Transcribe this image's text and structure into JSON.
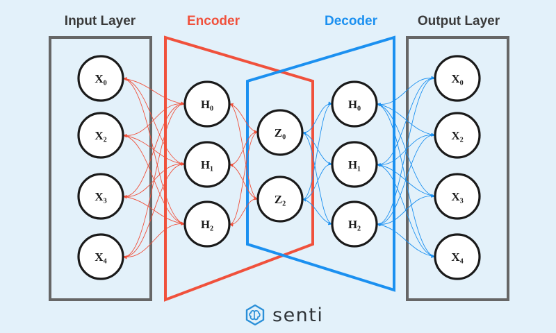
{
  "titles": {
    "input": "Input Layer",
    "encoder": "Encoder",
    "decoder": "Decoder",
    "output": "Output Layer"
  },
  "input_nodes": [
    "X₀",
    "X₂",
    "X₃",
    "X₄"
  ],
  "encoder_hidden": [
    "H₀",
    "H₁",
    "H₂"
  ],
  "latent": [
    "Z₀",
    "Z₂"
  ],
  "decoder_hidden": [
    "H₀",
    "H₁",
    "H₂"
  ],
  "output_nodes": [
    "X₀",
    "X₂",
    "X₃",
    "X₄"
  ],
  "brand": {
    "name": "senti",
    "icon": "brain-icon"
  },
  "colors": {
    "background": "#e3f1fa",
    "encoder": "#f0513c",
    "decoder": "#1b90f0",
    "layer_box": "#666666",
    "node_stroke": "#1a1a1a",
    "node_fill": "#ffffff",
    "brand_icon": "#2a8fd8"
  }
}
